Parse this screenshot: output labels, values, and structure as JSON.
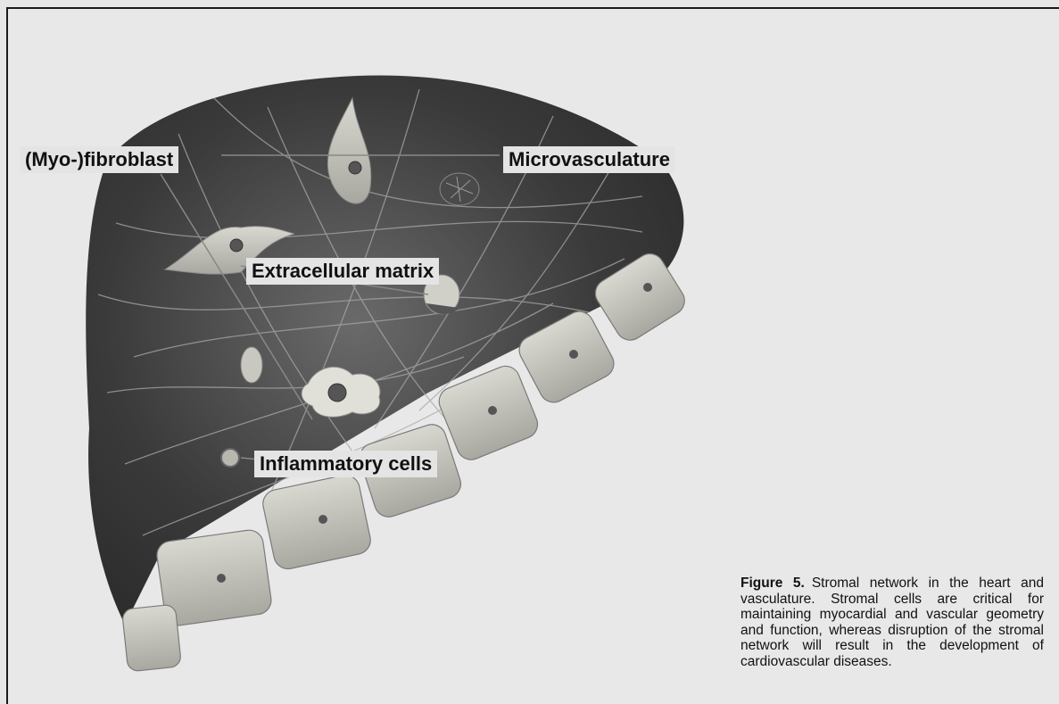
{
  "figure": {
    "labels": {
      "myofibroblast": "(Myo-)fibroblast",
      "microvasculature": "Microvasculature",
      "extracellular_matrix": "Extracellular matrix",
      "inflammatory_cells": "Inflammatory cells"
    },
    "caption": {
      "label": "Figure 5.",
      "text": "Stromal network in the heart and vasculature. Stromal cells are critical for maintaining myocardial and vascular geometry and function, whereas disruption of the stromal network will result in the development of cardiovascular diseases."
    }
  }
}
